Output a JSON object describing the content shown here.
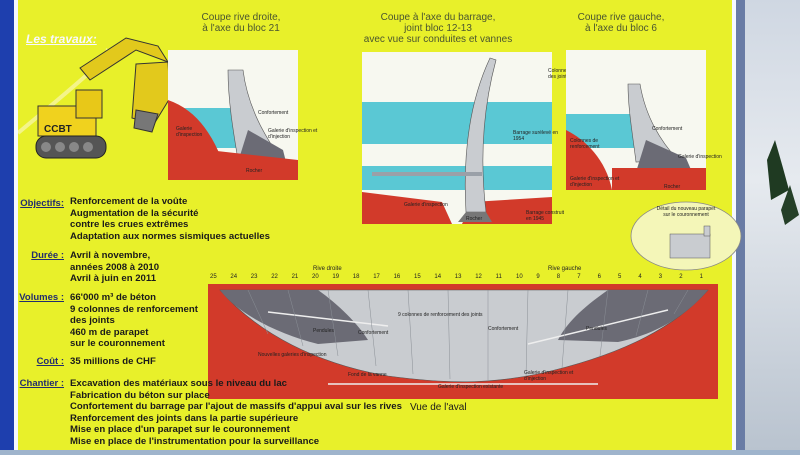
{
  "heading": "Les travaux:",
  "section_titles": {
    "right_bank": [
      "Coupe rive droite,",
      "à l'axe du bloc 21"
    ],
    "center": [
      "Coupe à l'axe du barrage,",
      "joint bloc 12-13",
      "avec vue sur conduites et vannes"
    ],
    "left_bank": [
      "Coupe rive gauche,",
      "à l'axe du bloc 6"
    ]
  },
  "rows": [
    {
      "label": "Objectifs:",
      "lines": [
        "Renforcement de la voûte",
        "Augmentation de la sécurité",
        "contre les crues extrêmes",
        "Adaptation aux normes sismiques actuelles"
      ]
    },
    {
      "label": "Durée :",
      "lines": [
        "Avril à novembre,",
        "années 2008 à 2010",
        "Avril à juin en 2011"
      ]
    },
    {
      "label": "Volumes :",
      "lines": [
        "66'000 m³ de béton",
        "9 colonnes de renforcement",
        "des joints",
        "460 m de parapet",
        "sur le couronnement"
      ]
    },
    {
      "label": "Coût :",
      "lines": [
        "35 millions de CHF"
      ]
    },
    {
      "label": "Chantier :",
      "lines": [
        "Excavation des matériaux sous le niveau du lac",
        "Fabrication du béton sur place",
        "Confortement du barrage par l'ajout de massifs d'appui aval sur les rives",
        "Renforcement des joints dans la partie supérieure",
        "Mise en place d'un parapet sur le couronnement",
        "Mise en place de l'instrumentation pour la surveillance"
      ]
    }
  ],
  "view_caption": "Vue de l'aval",
  "machine_label": "CCBT",
  "block_numbers": [
    "25",
    "24",
    "23",
    "22",
    "21",
    "20",
    "19",
    "18",
    "17",
    "16",
    "15",
    "14",
    "13",
    "12",
    "11",
    "10",
    "9",
    "8",
    "7",
    "6",
    "5",
    "4",
    "3",
    "2",
    "1"
  ],
  "bank_labels": {
    "right": "Rive droite",
    "left": "Rive gauche"
  },
  "parapet_callout": [
    "Détail du nouveau parapet",
    "sur le couronnement"
  ],
  "diagram_labels": {
    "confortement": "Confortement",
    "galerie_inspection": "Galerie d'inspection",
    "galerie_injection": "Galerie d'inspection et d'injection",
    "rocher": "Rocher",
    "colonne_renforcement": "Colonne de renforcement des joints",
    "barrage_1954": "Barrage surélevé en 1954",
    "barrage_1945": "Barrage construit en 1945",
    "colonnes_renforcement": "Colonnes de renforcement",
    "pendules": "Pendules",
    "renforcement_joints": "9 colonnes de renforcement des joints",
    "fond_vanne": "Fond de la vanne",
    "nouvelles_galeries": "Nouvelles galeries d'inspection",
    "galerie_existante": "Galerie d'inspection existante"
  },
  "colors": {
    "panel": "#e8f02a",
    "rock": "#d23a2a",
    "concrete": "#c9ccd0",
    "dark_fill": "#6b6b75",
    "water": "#5ac8d4",
    "arrow": "#f4f48a"
  }
}
